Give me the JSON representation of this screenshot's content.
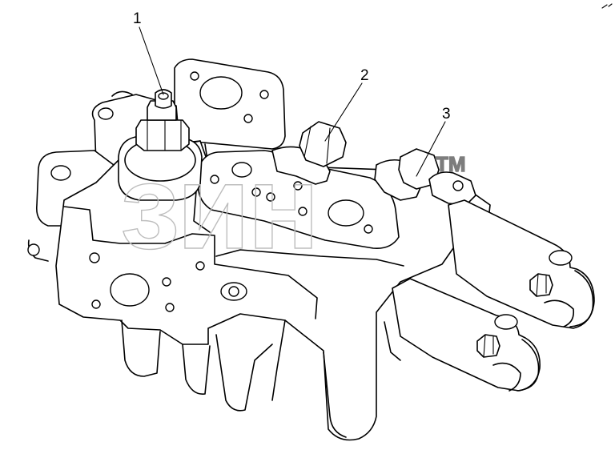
{
  "callouts": [
    {
      "label": "1"
    },
    {
      "label": "2"
    },
    {
      "label": "3"
    }
  ],
  "watermark": {
    "text": "зин",
    "mark": "TM"
  }
}
